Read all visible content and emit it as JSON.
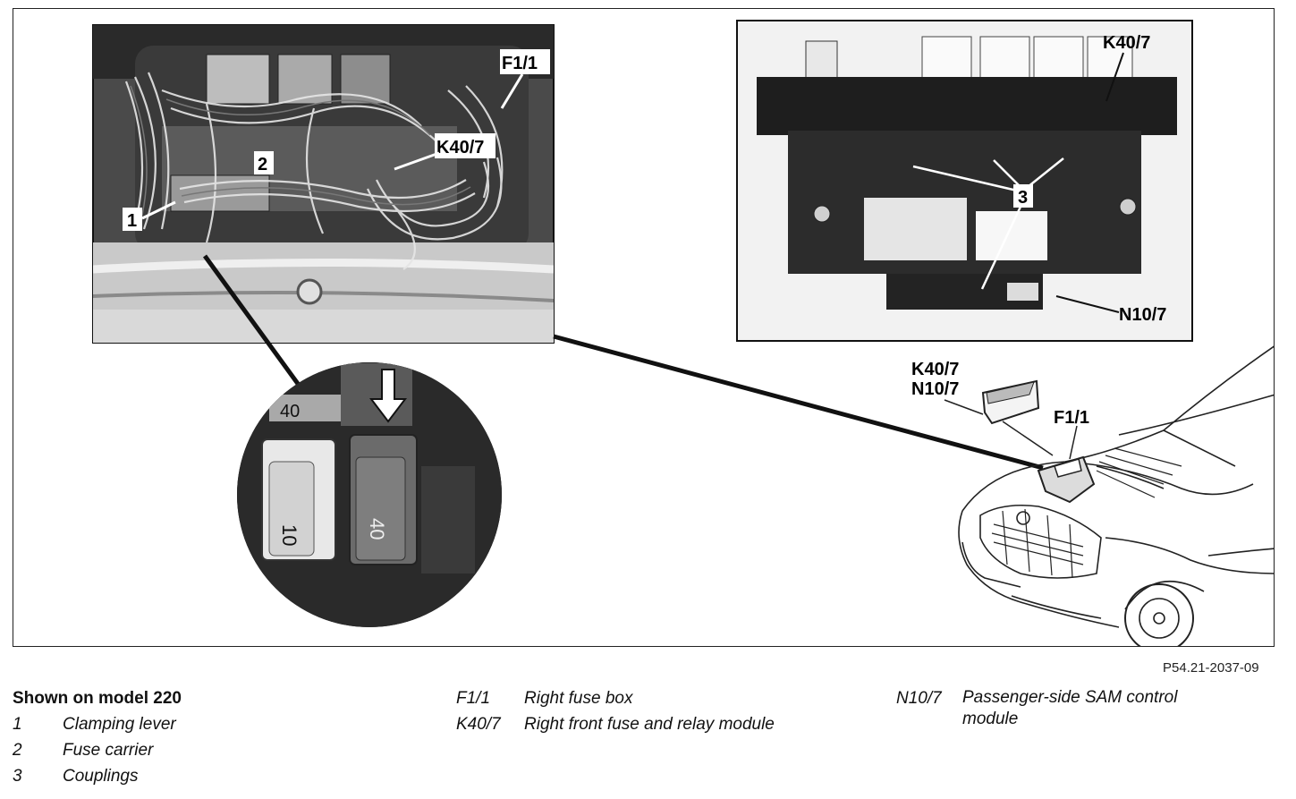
{
  "figure": {
    "labels": {
      "f1_1_photo": "F1/1",
      "k40_7_photo": "K40/7",
      "item_1": "1",
      "item_2": "2",
      "k40_7_module": "K40/7",
      "item_3": "3",
      "n10_7_module": "N10/7",
      "k40_7_car": "K40/7",
      "n10_7_car": "N10/7",
      "f1_1_car": "F1/1",
      "fuse_10": "10",
      "fuse_40_a": "40",
      "fuse_40_b": "40"
    },
    "reference": "P54.21-2037-09"
  },
  "legend": {
    "title": "Shown on model 220",
    "items": [
      {
        "code": "1",
        "desc": "Clamping lever"
      },
      {
        "code": "2",
        "desc": "Fuse carrier"
      },
      {
        "code": "3",
        "desc": "Couplings"
      }
    ],
    "middle": [
      {
        "code": "F1/1",
        "desc": "Right fuse box"
      },
      {
        "code": "K40/7",
        "desc": "Right front fuse and relay module"
      }
    ],
    "right": [
      {
        "code": "N10/7",
        "desc": "Passenger-side SAM control module"
      }
    ]
  }
}
